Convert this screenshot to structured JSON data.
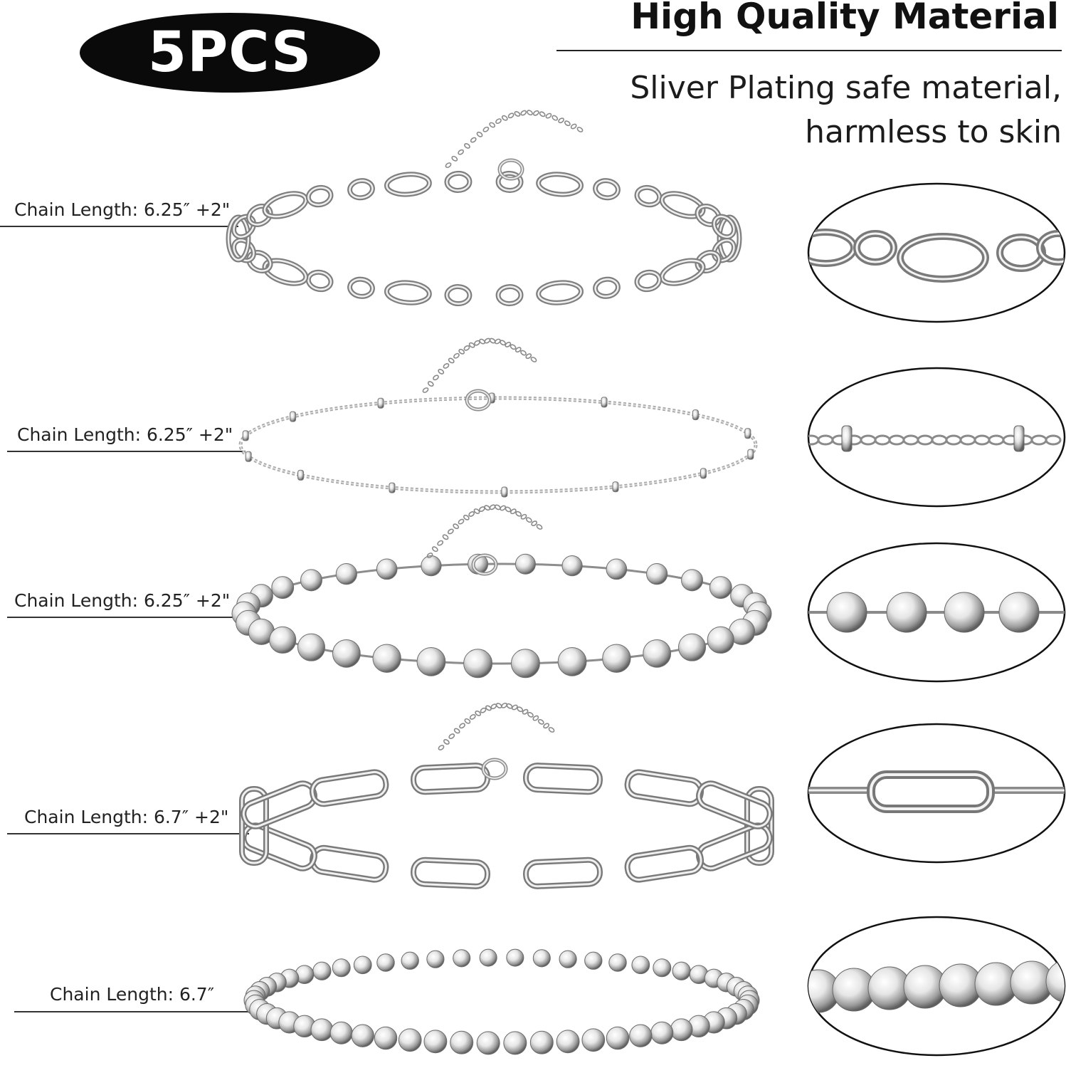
{
  "badge": {
    "text": "5PCS"
  },
  "headline": "High Quality Material",
  "description": {
    "line1": "Sliver Plating safe material,",
    "line2": "harmless to skin"
  },
  "bracelets": [
    {
      "label": "Chain Length: 6.25″  +2\"",
      "style": "cable-chain"
    },
    {
      "label": "Chain Length: 6.25″  +2\"",
      "style": "satellite-chain"
    },
    {
      "label": "Chain Length: 6.25″  +2\"",
      "style": "ball-chain"
    },
    {
      "label": "Chain Length: 6.7″  +2\"",
      "style": "paperclip-chain"
    },
    {
      "label": "Chain Length: 6.7″",
      "style": "bead-stretch"
    }
  ],
  "colors": {
    "badge": "#0a0a0a",
    "silver": "#c8c8c8",
    "text": "#111111"
  }
}
